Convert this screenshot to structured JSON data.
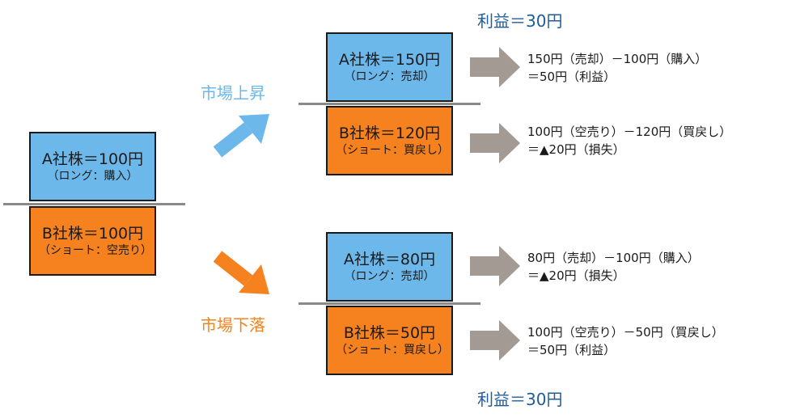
{
  "left": {
    "long": {
      "title": "A社株＝100円",
      "sub": "（ロング：購入）"
    },
    "short": {
      "title": "B社株＝100円",
      "sub": "（ショート：空売り）"
    }
  },
  "up": {
    "label": "市場上昇",
    "profit": "利益＝30円",
    "long": {
      "title": "A社株＝150円",
      "sub": "（ロング：売却）"
    },
    "short": {
      "title": "B社株＝120円",
      "sub": "（ショート：買戻し）"
    },
    "long_result": [
      "150円（売却）－100円（購入）",
      "＝50円（利益）"
    ],
    "short_result": [
      "100円（空売り）－120円（買戻し）",
      "＝▲20円（損失）"
    ]
  },
  "down": {
    "label": "市場下落",
    "profit": "利益＝30円",
    "long": {
      "title": "A社株＝80円",
      "sub": "（ロング：売却）"
    },
    "short": {
      "title": "B社株＝50円",
      "sub": "（ショート：買戻し）"
    },
    "long_result": [
      "80円（売却）－100円（購入）",
      "＝▲20円（損失）"
    ],
    "short_result": [
      "100円（空売り）－50円（買戻し）",
      "＝50円（利益）"
    ]
  },
  "colors": {
    "long": "#6db8ea",
    "short": "#f5821f",
    "profit": "#1f5c99",
    "arrow": "#a39a93"
  }
}
